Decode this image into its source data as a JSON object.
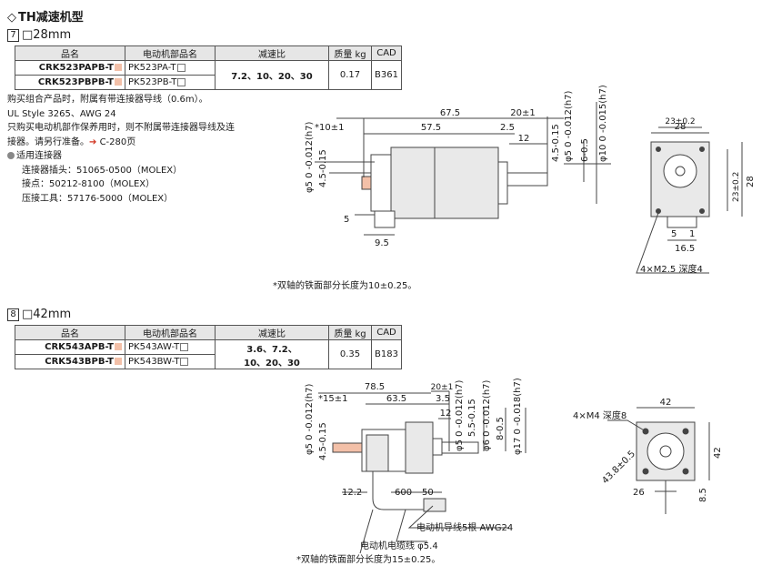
{
  "page_title": "TH减速机型",
  "title_symbol": "◇",
  "section1": {
    "number": "7",
    "size": "□28mm",
    "headers": [
      "品名",
      "电动机部品名",
      "减速比",
      "质量 kg",
      "CAD"
    ],
    "rows": [
      {
        "model": "CRK523PAPB-T",
        "motor": "PK523PA-T"
      },
      {
        "model": "CRK523PBPB-T",
        "motor": "PK523PB-T"
      }
    ],
    "ratio": "7.2、10、20、30",
    "mass": "0.17",
    "cad": "B361",
    "notes": [
      "购买组合产品时，附属有带连接器导线（0.6m）。",
      "UL Style 3265、AWG 24",
      "只购买电动机部作保养用时，则不附属带连接器导线及连",
      "接器。请另行准备。"
    ],
    "ref_link": "C-280页",
    "connector_title": "适用连接器",
    "connectors": [
      "连接器插头：51065-0500（MOLEX）",
      "接点：50212-8100（MOLEX）",
      "压接工具：57176-5000（MOLEX）"
    ],
    "drawing": {
      "d_total": "67.5",
      "d_body": "57.5",
      "d_shaft": "20±1",
      "d_2_5": "2.5",
      "d_12": "12",
      "d_10": "10±1",
      "d_star": "*",
      "d_phi5_left": "φ5 0 -0.012(h7)",
      "d_45_left": "4.5-0.15",
      "d_5": "5",
      "d_95": "9.5",
      "d_45_right": "4.5-0.15",
      "d_phi5_right": "φ5 0 -0.012(h7)",
      "d_6": "6-0.5",
      "d_phi10": "φ10 0 -0.015(h7)",
      "f_28": "28",
      "f_23": "23±0.2",
      "f_23v": "23±0.2",
      "f_28v": "28",
      "f_5": "5",
      "f_1": "1",
      "f_165": "16.5",
      "f_holes": "4×M2.5 深度4"
    },
    "footnote": "*双轴的铁面部分长度为10±0.25。"
  },
  "section2": {
    "number": "8",
    "size": "□42mm",
    "headers": [
      "品名",
      "电动机部品名",
      "减速比",
      "质量 kg",
      "CAD"
    ],
    "rows": [
      {
        "model": "CRK543APB-T",
        "motor": "PK543AW-T"
      },
      {
        "model": "CRK543BPB-T",
        "motor": "PK543BW-T"
      }
    ],
    "ratio_line1": "3.6、7.2、",
    "ratio_line2": "10、20、30",
    "mass": "0.35",
    "cad": "B183",
    "drawing": {
      "d_total": "78.5",
      "d_body": "63.5",
      "d_shaft": "20±1",
      "d_3_5": "3.5",
      "d_12": "12",
      "d_15": "15±1",
      "d_star": "*",
      "d_phi5_left": "φ5 0 -0.012(h7)",
      "d_45_left": "4.5-0.15",
      "d_phi5_right": "φ5 0 -0.012(h7)",
      "d_55": "5.5-0.15",
      "d_phi6": "φ6 0 -0.012(h7)",
      "d_8": "8-0.5",
      "d_phi17": "φ17 0 -0.018(h7)",
      "d_122": "12.2",
      "d_600": "600",
      "d_50": "50",
      "lead_label": "电动机导线5根 AWG24",
      "cable_label": "电动机电缆线 φ5.4",
      "f_42": "42",
      "f_42v": "42",
      "f_holes": "4×M4 深度8",
      "f_pcd": "43.8±0.5",
      "f_26": "26",
      "f_85": "8.5"
    },
    "footnote": "*双轴的铁面部分长度为15±0.25。"
  },
  "colors": {
    "table_header": "#e6e6e6",
    "model_marker": "#f3c0a8",
    "link_arrow": "#d0321e",
    "line": "#444444"
  }
}
